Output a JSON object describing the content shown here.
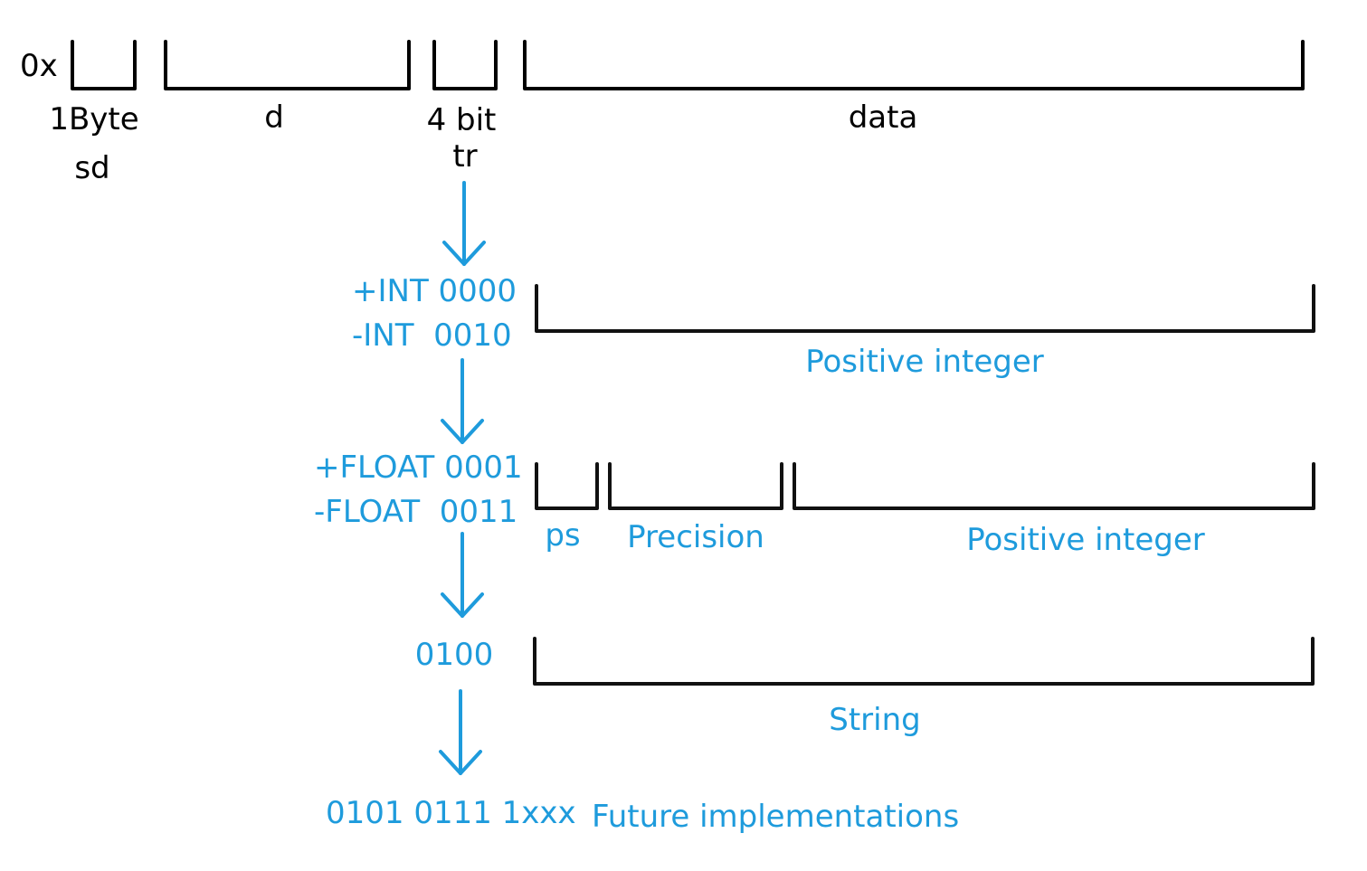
{
  "header": {
    "prefix": "0x",
    "sd_size": "1Byte",
    "sd_name": "sd",
    "d_name": "d",
    "tr_size": "4 bit",
    "tr_name": "tr",
    "data_name": "data"
  },
  "types": {
    "int_pos": "+INT 0000",
    "int_neg": "-INT  0010",
    "int_field": "Positive integer",
    "float_pos": "+FLOAT 0001",
    "float_neg": "-FLOAT  0011",
    "float_ps": "ps",
    "float_precision": "Precision",
    "float_integer": "Positive integer",
    "string_code": "0100",
    "string_field": "String",
    "future_codes": "0101 0111 1xxx",
    "future_label": "Future implementations"
  },
  "colors": {
    "black": "#000000",
    "blue": "#1e9bdc"
  }
}
